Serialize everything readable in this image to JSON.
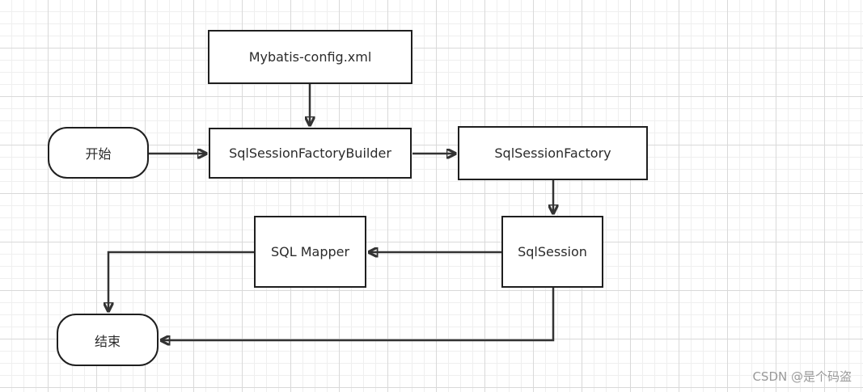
{
  "nodes": {
    "config": "Mybatis-config.xml",
    "start": "开始",
    "builder": "SqlSessionFactoryBuilder",
    "factory": "SqlSessionFactory",
    "mapper": "SQL Mapper",
    "session": "SqlSession",
    "end": "结束"
  },
  "edges": [
    {
      "from": "config",
      "to": "builder"
    },
    {
      "from": "start",
      "to": "builder"
    },
    {
      "from": "builder",
      "to": "factory"
    },
    {
      "from": "factory",
      "to": "session"
    },
    {
      "from": "session",
      "to": "mapper"
    },
    {
      "from": "mapper",
      "to": "end"
    },
    {
      "from": "session",
      "to": "end"
    }
  ],
  "watermark": "CSDN @是个码盗",
  "colors": {
    "stroke": "#333333",
    "grid": "#d9d9d9"
  }
}
